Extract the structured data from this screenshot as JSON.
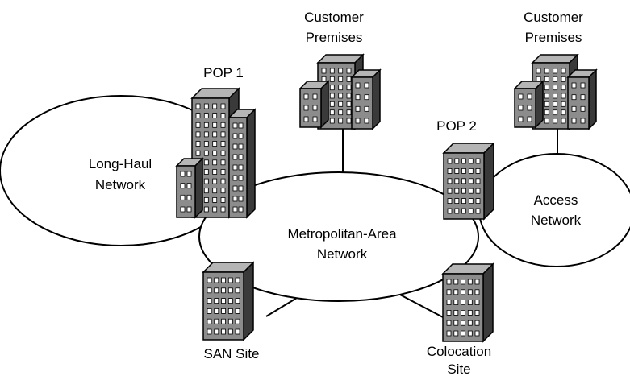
{
  "networks": {
    "long_haul": {
      "line1": "Long-Haul",
      "line2": "Network"
    },
    "metro": {
      "line1": "Metropolitan-Area",
      "line2": "Network"
    },
    "access": {
      "line1": "Access",
      "line2": "Network"
    }
  },
  "sites": {
    "pop1": "POP 1",
    "pop2": "POP 2",
    "customer1": {
      "line1": "Customer",
      "line2": "Premises"
    },
    "customer2": {
      "line1": "Customer",
      "line2": "Premises"
    },
    "san": "SAN Site",
    "colocation": {
      "line1": "Colocation",
      "line2": "Site"
    }
  },
  "colors": {
    "building_front": "#8c8c8c",
    "building_side": "#3a3a3a",
    "building_top": "#b5b5b5",
    "window": "#ffffff"
  }
}
